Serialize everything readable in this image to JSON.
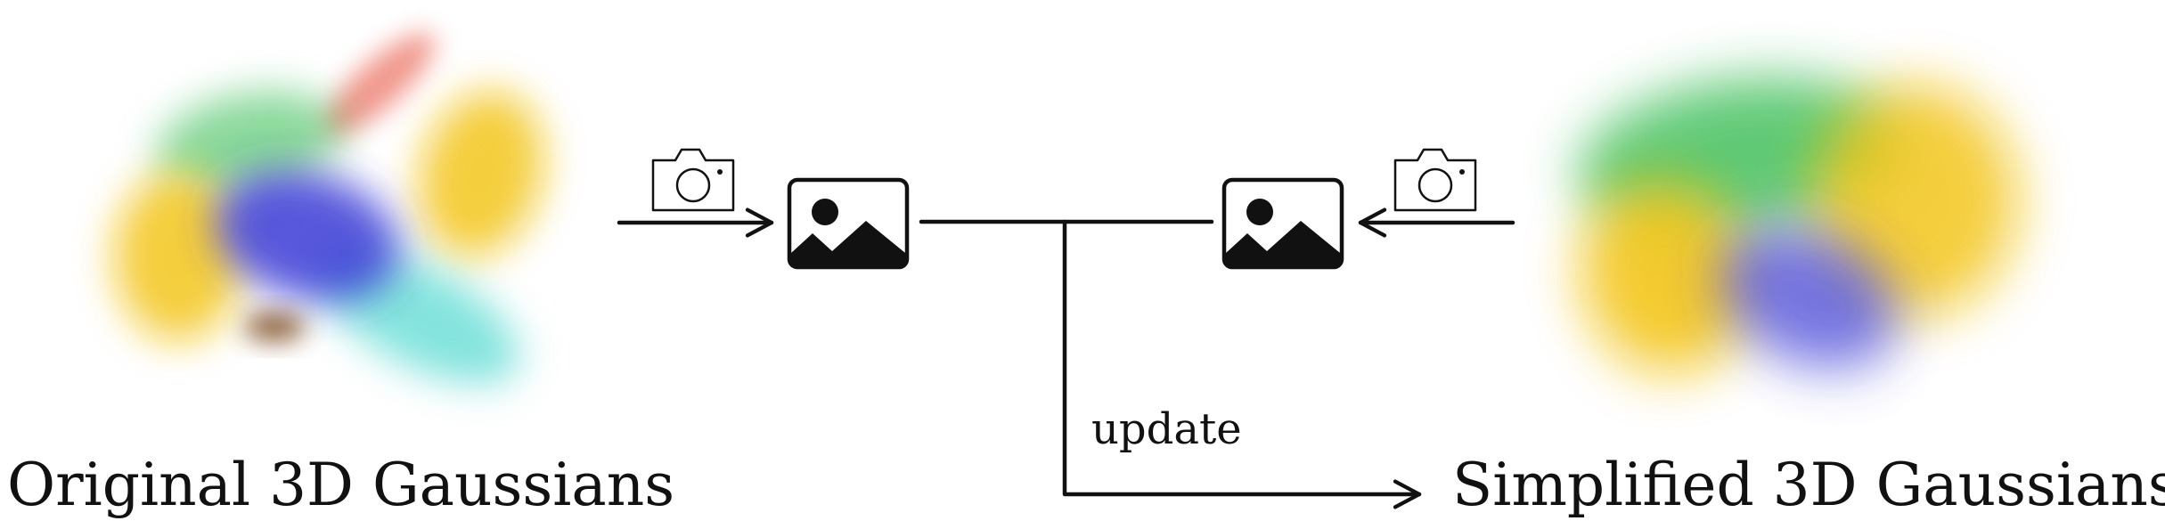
{
  "labels": {
    "original": "Original 3D Gaussians",
    "simplified": "Simplified 3D Gaussians",
    "update": "update"
  },
  "icons": {
    "camera": "camera-icon",
    "image": "image-icon"
  },
  "colors": {
    "stroke": "#111111",
    "gaussian_yellow": "#f2c20c",
    "gaussian_green": "#2bb84a",
    "gaussian_blue": "#3b3bd6",
    "gaussian_cyan": "#4fd8cf",
    "gaussian_red": "#e8604f",
    "gaussian_brown": "#7a4a1e"
  }
}
